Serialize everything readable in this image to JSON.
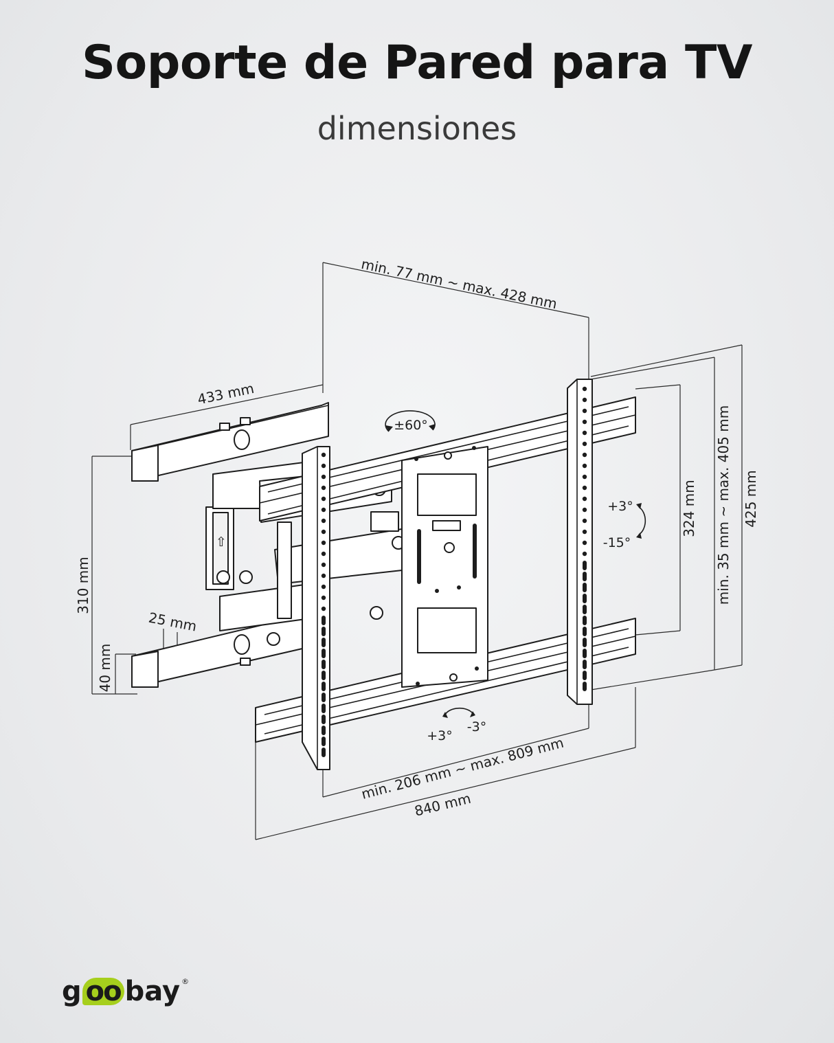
{
  "header": {
    "title": "Soporte de Pared para TV",
    "subtitle": "dimensiones"
  },
  "dimensions": {
    "arm_extension": "min. 77 mm ~ max. 428 mm",
    "wall_plate_width": "433 mm",
    "swivel": "±60°",
    "vesa_height": "324 mm",
    "height_range": "min. 35 mm ~ max. 405 mm",
    "total_height": "425 mm",
    "wall_plate_height": "310 mm",
    "wall_plate_depth": "25 mm",
    "rail_offset": "40 mm",
    "tilt_up": "+3°",
    "tilt_down": "-15°",
    "level_plus": "+3°",
    "level_minus": "-3°",
    "vesa_width": "min. 206 mm ~ max. 809 mm",
    "total_width": "840 mm"
  },
  "brand": {
    "name_start": "g",
    "name_oo": "oo",
    "name_end": "bay",
    "registered": "®",
    "accent_color": "#a6cf1d"
  }
}
